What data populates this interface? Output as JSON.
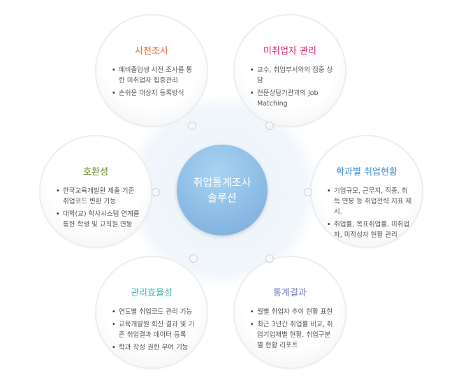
{
  "center": {
    "line1": "취업통계조사",
    "line2": "솔루션"
  },
  "petals": [
    {
      "title": "사전조사",
      "color": "#f26522",
      "items": [
        "예비졸업생 사전 조사를 통한 미취업자 집중관리",
        "손쉬운 대상자 등록방식"
      ]
    },
    {
      "title": "미취업자 관리",
      "color": "#e8196e",
      "items": [
        "교수, 취업부서와의 집중 상담",
        "전문상담기관과의 Job Matching"
      ]
    },
    {
      "title": "호환성",
      "color": "#5b8a1f",
      "items": [
        "한국교육개발원 제출 기준 취업코드 변환 기능",
        "대학(교) 학사시스템 연계를 통한 학생 및 교직원 연동"
      ]
    },
    {
      "title": "학과별 취업현황",
      "color": "#3a8dd6",
      "items": [
        "기업규모, 근무지, 직종, 취득 연봉 등 취업전략 지표 제시.",
        "취업률, 목표취업률, 미취업자, 미작성자 현황 관리"
      ]
    },
    {
      "title": "관리효율성",
      "color": "#3db5aa",
      "items": [
        "연도별 취업코드 관리 기능",
        "교육개발원 회신 결과 및 기존 취업결과 데이터 등록",
        "학과 작성 권한 부여 기능"
      ]
    },
    {
      "title": "통계결과",
      "color": "#6b80c2",
      "items": [
        "월별 취업자 추이 현황 표현",
        "최근 3년간 취업률 비교, 취업기업체별 현황, 취업구분별 현황 리포트"
      ]
    }
  ]
}
